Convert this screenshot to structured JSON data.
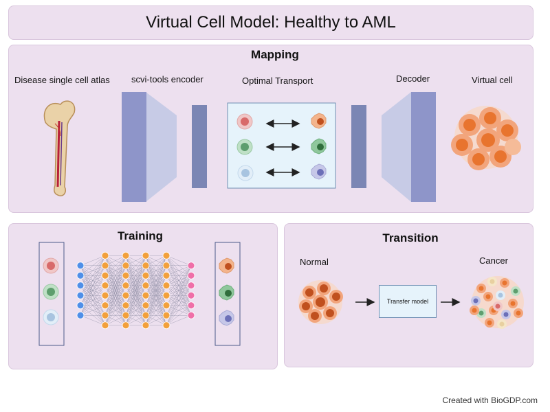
{
  "header": {
    "title": "Virtual Cell Model: Healthy to AML"
  },
  "mapping": {
    "title": "Mapping",
    "labels": {
      "atlas": "Disease single cell atlas",
      "encoder": "scvi-tools encoder",
      "ot": "Optimal Transport",
      "decoder": "Decoder",
      "virtual_cell": "Virtual cell"
    }
  },
  "training": {
    "title": "Training"
  },
  "transition": {
    "title": "Transition",
    "normal_label": "Normal",
    "cancer_label": "Cancer",
    "model_label": "Transfer model"
  },
  "footer": {
    "credit": "Created with BioGDP.com"
  },
  "colors": {
    "panel": "#ede0ef",
    "encoder": "#8e95c9",
    "latent": "#7b86b4",
    "ot_box": "#e6f3fb",
    "cell_red": "#d86a6a",
    "cell_green": "#5e9e6e",
    "cell_blue": "#a8c4e0",
    "cancer_orange": "#e8742e",
    "node_blue": "#4f8fe8",
    "node_orange": "#f2a03c",
    "node_pink": "#ef6fa8"
  }
}
